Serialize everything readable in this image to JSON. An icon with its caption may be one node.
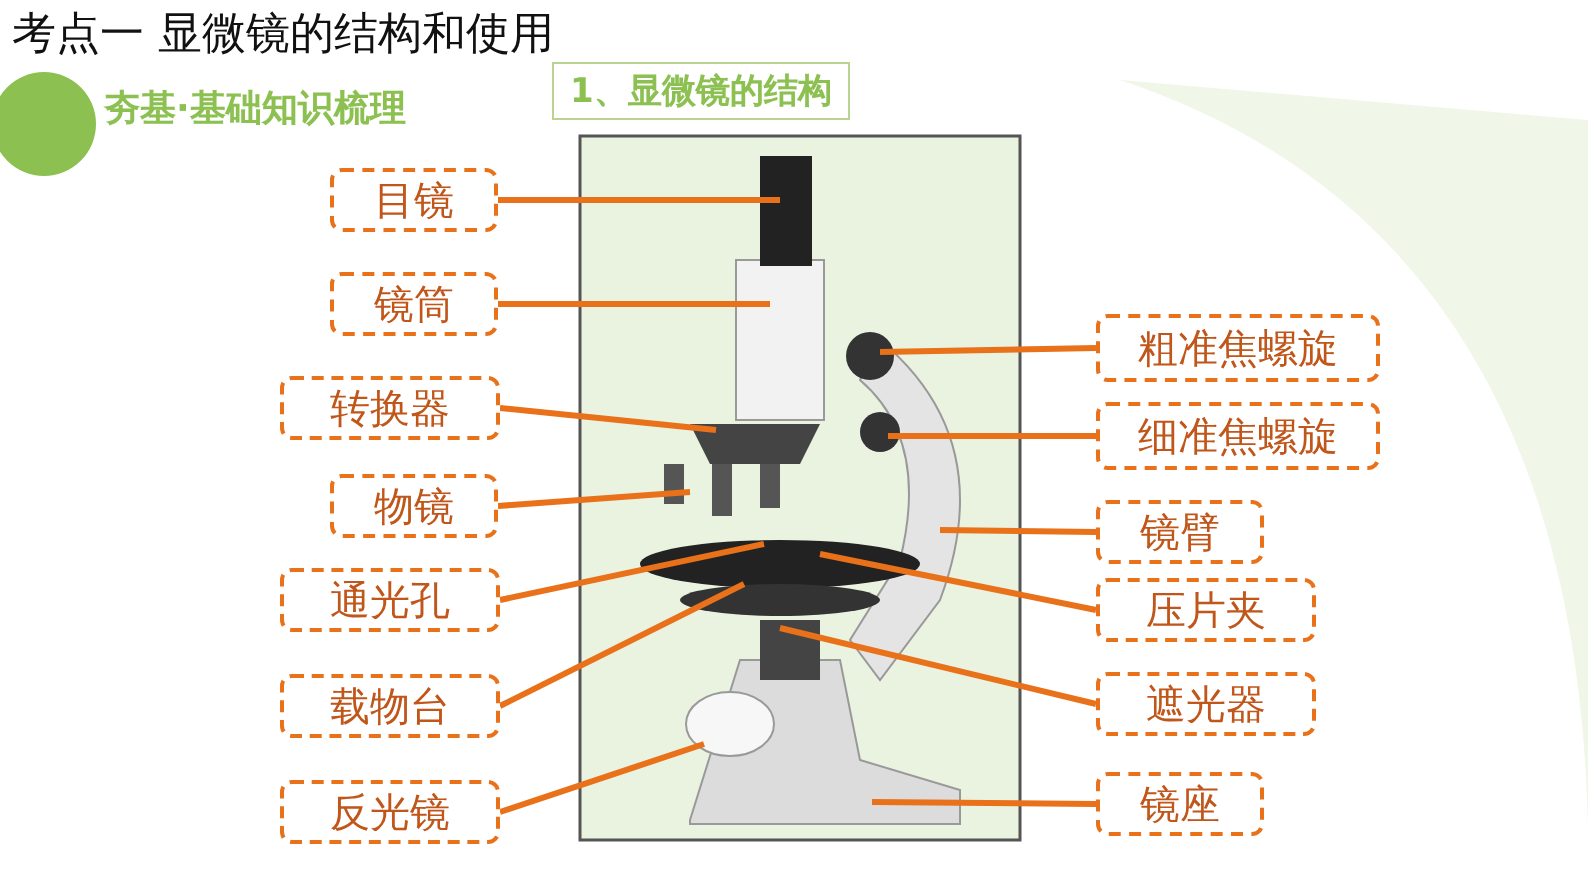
{
  "diagram": {
    "title": "考点一 显微镜的结构和使用",
    "nodes": [
      {
        "text": [
          "目镜"
        ]
      },
      {
        "text": [
          "镜筒"
        ]
      },
      {
        "text": [
          "转换器"
        ]
      },
      {
        "text": [
          "物镜"
        ]
      },
      {
        "text": [
          "通光孔"
        ]
      },
      {
        "text": [
          "载物台"
        ]
      },
      {
        "text": [
          "反光镜"
        ]
      },
      {
        "text": [
          "粗准焦螺旋"
        ]
      },
      {
        "text": [
          "细准焦螺旋"
        ]
      },
      {
        "text": [
          "镜臂"
        ]
      },
      {
        "text": [
          "压片夹"
        ]
      },
      {
        "text": [
          "遮光器"
        ]
      },
      {
        "text": [
          "镜座"
        ]
      }
    ],
    "edges": [
      {
        "from": 0,
        "to": null,
        "arrow": "none"
      },
      {
        "from": 1,
        "to": null,
        "arrow": "none"
      },
      {
        "from": 2,
        "to": null,
        "arrow": "none"
      },
      {
        "from": 3,
        "to": null,
        "arrow": "none"
      },
      {
        "from": 4,
        "to": null,
        "arrow": "none"
      },
      {
        "from": 5,
        "to": null,
        "arrow": "none"
      },
      {
        "from": 6,
        "to": null,
        "arrow": "none"
      },
      {
        "from": 7,
        "to": null,
        "arrow": "none"
      },
      {
        "from": 8,
        "to": null,
        "arrow": "none"
      },
      {
        "from": 9,
        "to": null,
        "arrow": "none"
      },
      {
        "from": 10,
        "to": null,
        "arrow": "none"
      },
      {
        "from": 11,
        "to": null,
        "arrow": "none"
      },
      {
        "from": 12,
        "to": null,
        "arrow": "none"
      }
    ],
    "labels": [
      "夯基·基础知识梳理",
      "1、显微镜的结构"
    ]
  }
}
